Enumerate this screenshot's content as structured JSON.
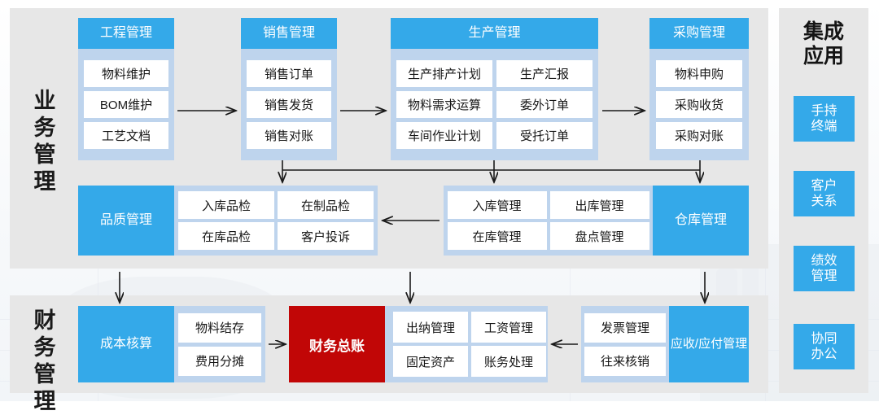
{
  "sections": {
    "business": {
      "label_chars": [
        "业",
        "务",
        "管",
        "理"
      ]
    },
    "finance": {
      "label_chars": [
        "财",
        "务",
        "管",
        "理"
      ]
    },
    "integration": {
      "title_chars": [
        "集成",
        "应用"
      ]
    }
  },
  "groups": {
    "engineering": {
      "header": "工程管理",
      "cells": [
        "物料维护",
        "BOM维护",
        "工艺文档"
      ]
    },
    "sales": {
      "header": "销售管理",
      "cells": [
        "销售订单",
        "销售发货",
        "销售对账"
      ]
    },
    "production": {
      "header": "生产管理",
      "cells": [
        "生产排产计划",
        "生产汇报",
        "物料需求运算",
        "委外订单",
        "车间作业计划",
        "受托订单"
      ]
    },
    "purchase": {
      "header": "采购管理",
      "cells": [
        "物料申购",
        "采购收货",
        "采购对账"
      ]
    },
    "quality": {
      "header": "品质管理",
      "cells": [
        "入库品检",
        "在制品检",
        "在库品检",
        "客户投诉"
      ]
    },
    "warehouse": {
      "header": "仓库管理",
      "cells": [
        "入库管理",
        "出库管理",
        "在库管理",
        "盘点管理"
      ]
    },
    "cost": {
      "header": "成本核算",
      "cells": [
        "物料结存",
        "费用分摊"
      ]
    },
    "ledger": {
      "header": "财务总账"
    },
    "ledger_detail": {
      "cells": [
        "出纳管理",
        "工资管理",
        "固定资产",
        "账务处理"
      ]
    },
    "ar_ap": {
      "header_lines": [
        "应收/应付",
        "管理"
      ],
      "cells": [
        "发票管理",
        "往来核销"
      ]
    }
  },
  "integration_apps": [
    {
      "lines": [
        "手持",
        "终端"
      ]
    },
    {
      "lines": [
        "客户",
        "关系"
      ]
    },
    {
      "lines": [
        "绩效",
        "管理"
      ]
    },
    {
      "lines": [
        "协同",
        "办公"
      ]
    }
  ],
  "colors": {
    "accent_blue": "#34a9e9",
    "container_blue": "#bed4ed",
    "panel_gray": "#e7e7e7",
    "highlight_red": "#c10606",
    "cell_white": "#ffffff",
    "text_dark": "#161616"
  }
}
